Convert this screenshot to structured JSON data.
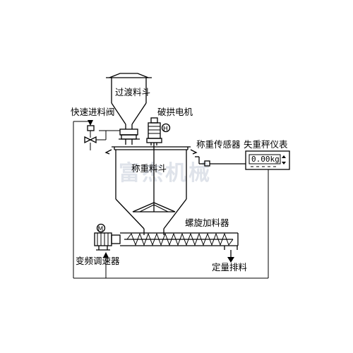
{
  "diagram": {
    "labels": {
      "transition_hopper": "过渡料斗",
      "quick_feed_valve": "快速进料阀",
      "arch_breaking_motor": "破拱电机",
      "weighing_sensor": "称重传感器",
      "loss_in_weight_instrument": "失重秤仪表",
      "weighing_hopper": "称重料斗",
      "screw_feeder": "螺旋加料器",
      "vfd_speed_controller": "变频调速器",
      "quantitative_discharge": "定量排料"
    },
    "motor_symbols": {
      "arch_motor": "H",
      "screw_motor": "M"
    },
    "display": {
      "reading": "0.00kg"
    },
    "watermark": "富杰机械"
  }
}
